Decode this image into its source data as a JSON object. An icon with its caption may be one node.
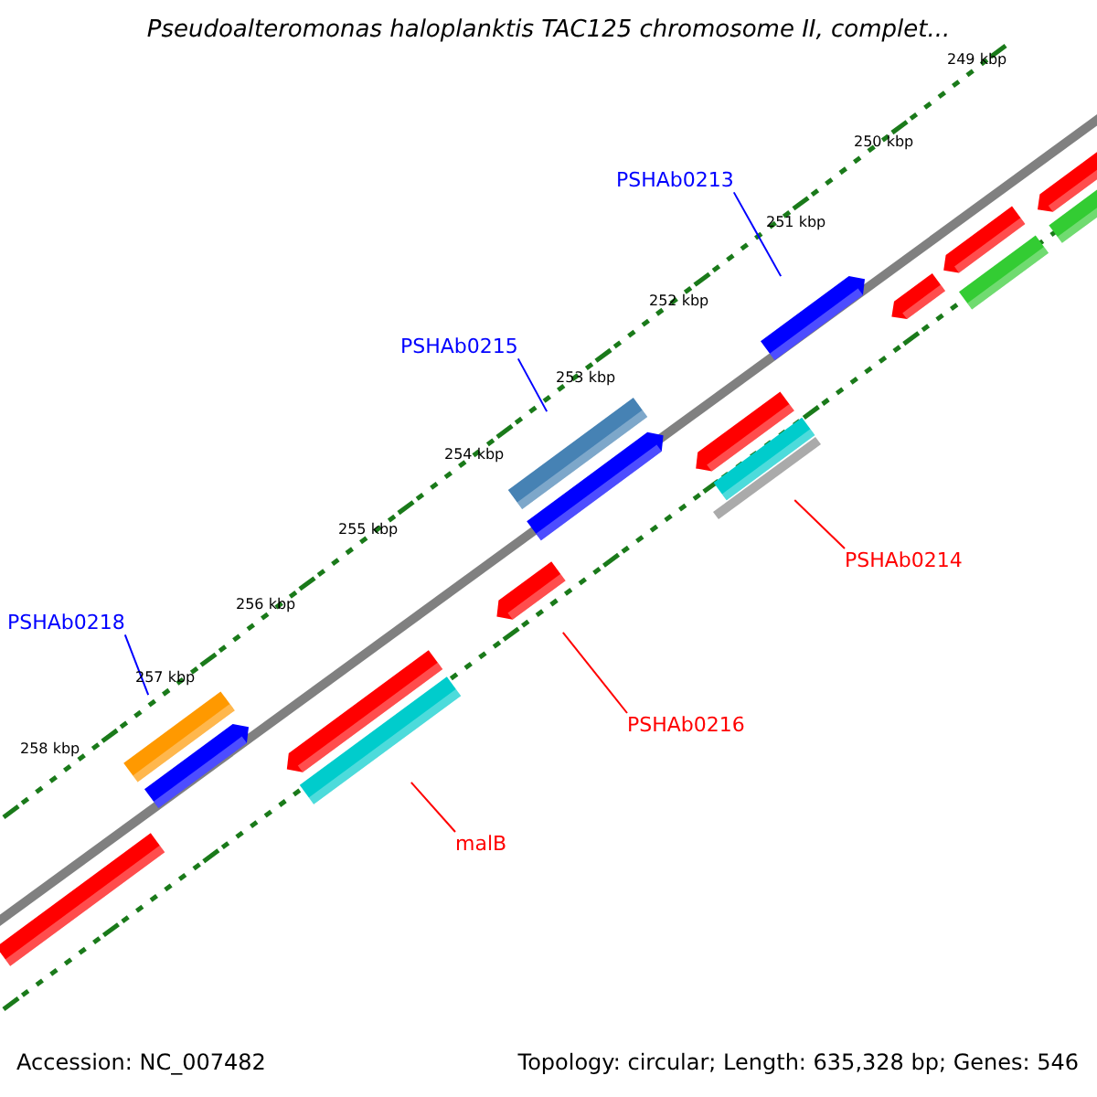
{
  "diagram": {
    "title": "Pseudoalteromonas haloplanktis TAC125 chromosome II, complet...",
    "nodes": [
      {
        "text": [
          "PSHAb0213"
        ]
      },
      {
        "text": [],
        "shape": "bar"
      },
      {
        "text": [
          "PSHAb0215"
        ]
      },
      {
        "text": [],
        "shape": "bar"
      },
      {
        "text": [
          "PSHAb0218"
        ]
      },
      {
        "text": [],
        "shape": "bar"
      },
      {
        "text": [
          "PSHAb0214"
        ]
      },
      {
        "text": [],
        "shape": "bar"
      },
      {
        "text": [
          "PSHAb0216"
        ]
      },
      {
        "text": [],
        "shape": "bar"
      },
      {
        "text": [
          "malB"
        ]
      },
      {
        "text": [],
        "shape": "bar"
      },
      {
        "text": [],
        "shape": "bar"
      },
      {
        "text": [],
        "shape": "bar"
      },
      {
        "text": [],
        "shape": "bar"
      },
      {
        "text": [],
        "shape": "bar"
      },
      {
        "text": [],
        "shape": "bar"
      },
      {
        "text": [],
        "shape": "bar"
      },
      {
        "text": [],
        "shape": "bar"
      },
      {
        "text": [],
        "shape": "bar"
      },
      {
        "text": [],
        "shape": "bar"
      },
      {
        "text": [],
        "shape": "bar"
      }
    ],
    "edges": [
      {
        "from": 0,
        "to": 1,
        "arrow": "none",
        "color": "#0000ff"
      },
      {
        "from": 2,
        "to": 3,
        "arrow": "none",
        "color": "#0000ff"
      },
      {
        "from": 4,
        "to": 5,
        "arrow": "none",
        "color": "#0000ff"
      },
      {
        "from": 6,
        "to": 7,
        "arrow": "none",
        "color": "#ff0000"
      },
      {
        "from": 8,
        "to": 9,
        "arrow": "none",
        "color": "#ff0000"
      },
      {
        "from": 10,
        "to": 11,
        "arrow": "none",
        "color": "#ff0000"
      }
    ],
    "labels": [
      "249 kbp",
      "250 kbp",
      "251 kbp",
      "252 kbp",
      "253 kbp",
      "254 kbp",
      "255 kbp",
      "256 kbp",
      "257 kbp",
      "258 kbp",
      "Accession: NC_007482",
      "Topology: circular; Length: 635,328 bp; Genes: 546"
    ]
  }
}
